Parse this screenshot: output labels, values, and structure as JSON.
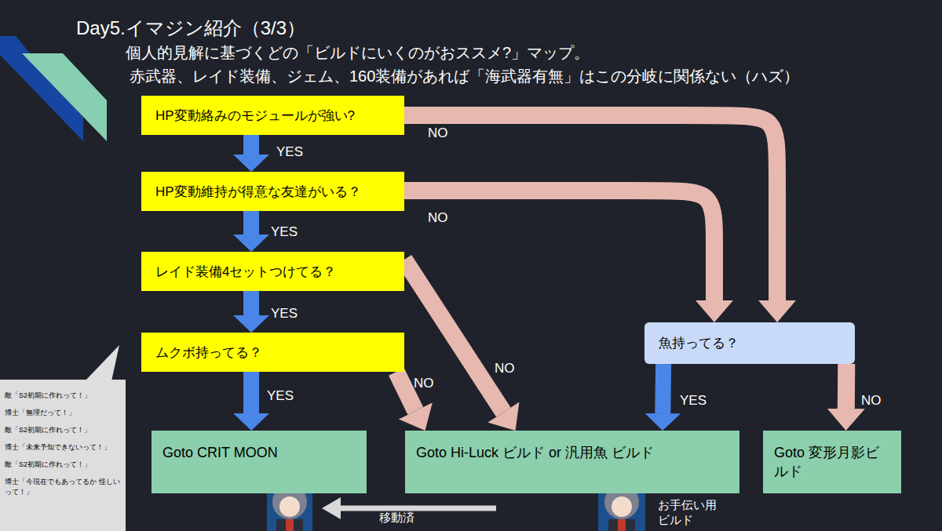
{
  "diagram": {
    "title": "Day5.イマジン紹介（3/3）",
    "nodes": [
      {
        "text": [
          "HP変動絡みのモジュールが強い?"
        ]
      },
      {
        "text": [
          "HP変動維持が得意な友達がいる？"
        ]
      },
      {
        "text": [
          "レイド装備4セットつけてる？"
        ]
      },
      {
        "text": [
          "ムクボ持ってる？"
        ]
      },
      {
        "text": [
          "魚持ってる？"
        ]
      },
      {
        "text": [
          "Goto CRIT MOON"
        ]
      },
      {
        "text": [
          "Goto Hi-Luck ビルド or 汎用魚 ビルド"
        ]
      },
      {
        "text": [
          "Goto 変形月影ビルド"
        ]
      },
      {
        "text": [
          "敵「S2初期に作れって！」",
          "博士「無理だって！」",
          "敵「S2初期に作れって！」",
          "博士「未来予知できないって！」",
          "敵「S2初期に作れって！」",
          "博士「今現在でもあってるか 怪しいって！」"
        ]
      }
    ],
    "edges": [
      {
        "from": 0,
        "to": 1,
        "label": "YES",
        "arrow": "to"
      },
      {
        "from": 0,
        "to": 4,
        "label": "NO",
        "arrow": "to"
      },
      {
        "from": 1,
        "to": 2,
        "label": "YES",
        "arrow": "to"
      },
      {
        "from": 1,
        "to": 4,
        "label": "NO",
        "arrow": "to"
      },
      {
        "from": 2,
        "to": 3,
        "label": "YES",
        "arrow": "to"
      },
      {
        "from": 2,
        "to": 6,
        "label": "NO",
        "arrow": "to"
      },
      {
        "from": 3,
        "to": 5,
        "label": "YES",
        "arrow": "to"
      },
      {
        "from": 3,
        "to": 6,
        "label": "NO",
        "arrow": "to"
      },
      {
        "from": 4,
        "to": 6,
        "label": "YES",
        "arrow": "to"
      },
      {
        "from": 4,
        "to": 7,
        "label": "NO",
        "arrow": "to"
      }
    ],
    "labels": [
      "個人的見解に基づくどの「ビルドにいくのがおススメ?」マップ。",
      "赤武器、レイド装備、ジェム、160装備があれば「海武器有無」はこの分岐に関係ない（ハズ）",
      "移動済",
      "お手伝い用 ビルド"
    ]
  }
}
